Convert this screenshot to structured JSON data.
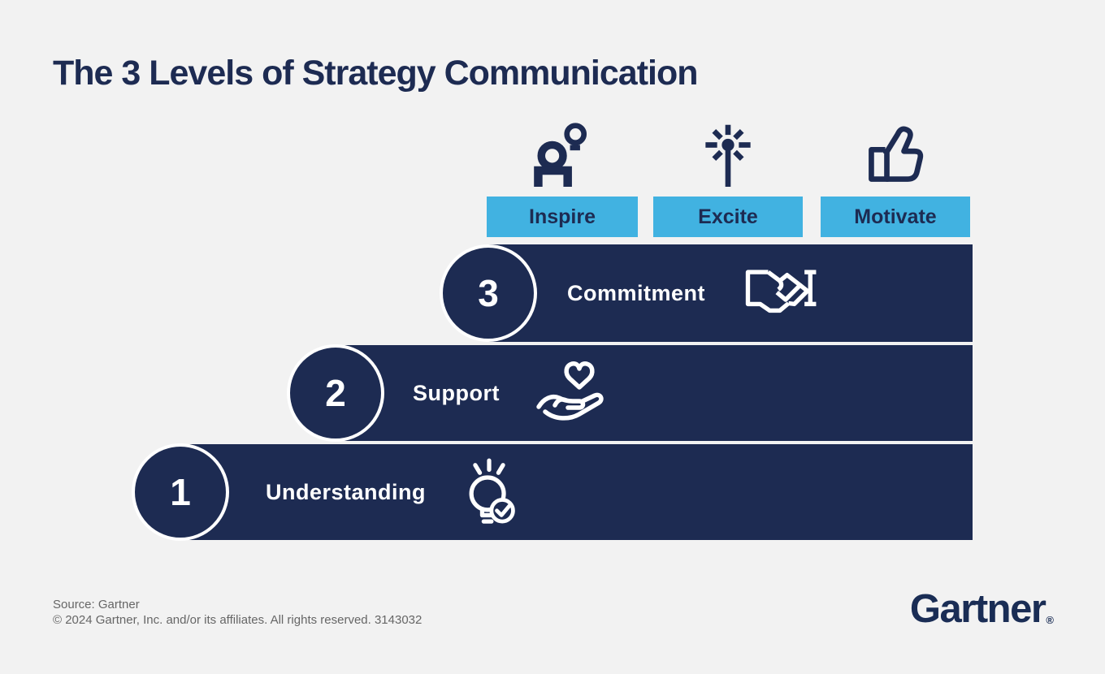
{
  "title": "The 3 Levels of Strategy Communication",
  "colors": {
    "navy": "#1D2B52",
    "light_blue": "#41B2E1",
    "background": "#F2F2F2",
    "bar_text": "#FFFFFF",
    "footer_gray": "#666666"
  },
  "top_labels": [
    {
      "label": "Inspire",
      "icon": "person-idea-icon"
    },
    {
      "label": "Excite",
      "icon": "sparkler-icon"
    },
    {
      "label": "Motivate",
      "icon": "thumbs-up-icon"
    }
  ],
  "levels": [
    {
      "number": "3",
      "label": "Commitment",
      "icon": "handshake-icon"
    },
    {
      "number": "2",
      "label": "Support",
      "icon": "hand-heart-icon"
    },
    {
      "number": "1",
      "label": "Understanding",
      "icon": "lightbulb-check-icon"
    }
  ],
  "footer": {
    "source": "Source: Gartner",
    "copyright": "© 2024 Gartner, Inc. and/or its affiliates. All rights reserved. 3143032",
    "logo_text": "Gartner",
    "logo_mark": "®"
  }
}
